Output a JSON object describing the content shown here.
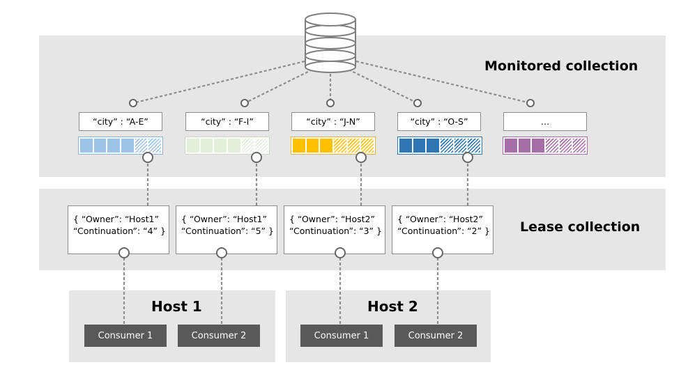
{
  "monitored_title": "Monitored collection",
  "lease_title": "Lease collection",
  "partitions": [
    {
      "key": "“city” : “A-E”",
      "fill": "#9dc3e6",
      "border": "#8fb3d8",
      "solid": 4
    },
    {
      "key": "“city” : “F-I”",
      "fill": "#e2f0d9",
      "border": "#c9dcbf",
      "solid": 4
    },
    {
      "key": "“city” : “J-N”",
      "fill": "#ffc000",
      "border": "#e8b240",
      "solid": 3
    },
    {
      "key": "“city” : “O-S”",
      "fill": "#2e75b6",
      "border": "#2e75b6",
      "solid": 3
    },
    {
      "key": "…",
      "fill": "#a66ea6",
      "border": "#a66ea6",
      "solid": 3
    }
  ],
  "leases": [
    {
      "owner": "{ “Owner”: “Host1”",
      "continuation": "“Continuation”: “4” }"
    },
    {
      "owner": "{ “Owner”: “Host1”",
      "continuation": "“Continuation”: “5” }"
    },
    {
      "owner": "{ “Owner”: “Host2”",
      "continuation": "“Continuation”: “3” }"
    },
    {
      "owner": "{ “Owner”: “Host2”",
      "continuation": "“Continuation”: “2” }"
    }
  ],
  "hosts": [
    {
      "name": "Host 1",
      "consumers": [
        "Consumer 1",
        "Consumer 2"
      ]
    },
    {
      "name": "Host 2",
      "consumers": [
        "Consumer 1",
        "Consumer 2"
      ]
    }
  ],
  "colors": {
    "band": "#e6e6e6",
    "consumer": "#595959",
    "connector": "#8c8c8c",
    "database": "#7f7f7f"
  },
  "icons": {
    "database": "database-icon"
  }
}
